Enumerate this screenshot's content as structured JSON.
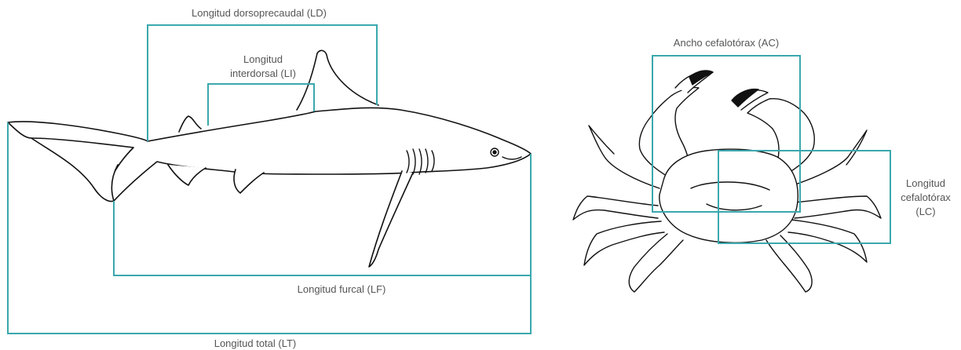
{
  "colors": {
    "measure_line": "#3aa8ad",
    "outline": "#111111",
    "label_text": "#555555",
    "background": "#ffffff"
  },
  "shark": {
    "labels": {
      "ld": "Longitud dorsoprecaudal  (LD)",
      "li": "Longitud\ninterdorsal (LI)",
      "lf": "Longitud furcal (LF)",
      "lt": "Longitud total (LT)"
    }
  },
  "crab": {
    "labels": {
      "ac": "Ancho cefalotórax (AC)",
      "lc": "Longitud\ncefalotórax\n(LC)"
    }
  }
}
